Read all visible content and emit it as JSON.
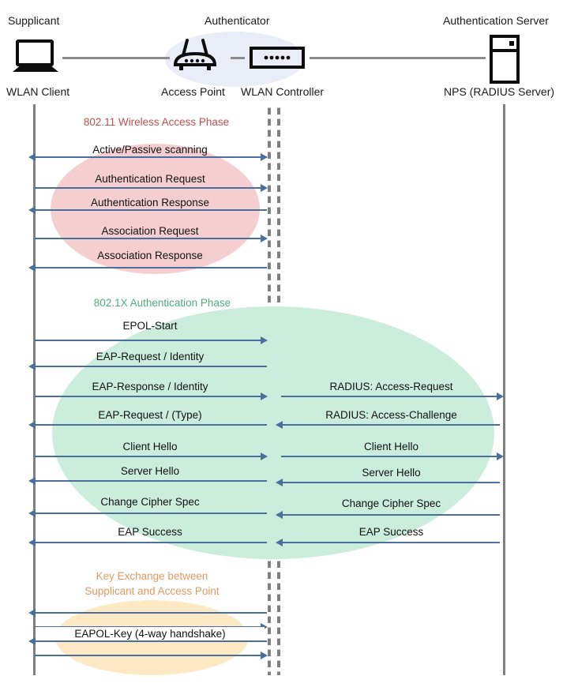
{
  "diagram": {
    "title": "802.1X / WPA Enterprise WLAN authentication sequence diagram",
    "colors": {
      "arrow": "#4a6f9c",
      "lifeline": "#7f7f7f",
      "wire": "#8c8c8c",
      "phase_red_fill": "#f5cfcf",
      "phase_red_text": "#c0504d",
      "phase_green_fill": "#cbeddc",
      "phase_green_text": "#4ead7c",
      "phase_orange_fill": "#fdeac4",
      "phase_orange_text": "#e09a60",
      "authenticator_fill": "#e8edf7"
    }
  },
  "header": {
    "roles": [
      {
        "name": "supplicant",
        "label": "Supplicant"
      },
      {
        "name": "authenticator",
        "label": "Authenticator"
      },
      {
        "name": "authentication-server",
        "label": "Authentication Server"
      }
    ],
    "devices": [
      {
        "name": "wlan-client",
        "label": "WLAN Client",
        "icon": "laptop-icon"
      },
      {
        "name": "access-point",
        "label": "Access Point",
        "icon": "wireless-router-icon"
      },
      {
        "name": "wlan-controller",
        "label": "WLAN Controller",
        "icon": "switch-icon"
      },
      {
        "name": "nps-radius-server",
        "label": "NPS (RADIUS Server)",
        "icon": "server-icon"
      }
    ]
  },
  "phases": [
    {
      "id": "wireless-access",
      "title": "802.11 Wireless Access Phase",
      "color": "#c0504d",
      "messages": [
        {
          "label": "Active/Passive scanning",
          "direction": "both",
          "side": "left"
        },
        {
          "label": "Authentication Request",
          "direction": "right",
          "side": "left"
        },
        {
          "label": "Authentication Response",
          "direction": "left",
          "side": "left"
        },
        {
          "label": "Association Request",
          "direction": "right",
          "side": "left"
        },
        {
          "label": "Association Response",
          "direction": "left",
          "side": "left"
        }
      ]
    },
    {
      "id": "dot1x-authentication",
      "title": "802.1X Authentication Phase",
      "color": "#4ead7c",
      "messages": [
        {
          "label": "EPOL-Start",
          "direction": "right",
          "side": "left"
        },
        {
          "label": "EAP-Request / Identity",
          "direction": "left",
          "side": "left"
        },
        {
          "label": "EAP-Response / Identity",
          "direction": "right",
          "side": "left"
        },
        {
          "label": "RADIUS: Access-Request",
          "direction": "right",
          "side": "right"
        },
        {
          "label": "EAP-Request / (Type)",
          "direction": "left",
          "side": "left"
        },
        {
          "label": "RADIUS: Access-Challenge",
          "direction": "left",
          "side": "right"
        },
        {
          "label": "Client Hello",
          "direction": "right",
          "side": "left"
        },
        {
          "label": "Client Hello",
          "direction": "right",
          "side": "right"
        },
        {
          "label": "Server Hello",
          "direction": "left",
          "side": "left"
        },
        {
          "label": "Server Hello",
          "direction": "left",
          "side": "right"
        },
        {
          "label": "Change Cipher Spec",
          "direction": "left",
          "side": "left"
        },
        {
          "label": "Change Cipher Spec",
          "direction": "left",
          "side": "right"
        },
        {
          "label": "EAP Success",
          "direction": "left",
          "side": "left"
        },
        {
          "label": "EAP Success",
          "direction": "left",
          "side": "right"
        }
      ]
    },
    {
      "id": "key-exchange",
      "title_line1": "Key Exchange between",
      "title_line2": "Supplicant and Access Point",
      "color": "#e09a60",
      "overlay_label": "EAPOL-Key (4-way handshake)",
      "messages": [
        {
          "label": "",
          "direction": "left",
          "side": "left"
        },
        {
          "label": "",
          "direction": "right",
          "side": "left"
        },
        {
          "label": "",
          "direction": "left",
          "side": "left"
        },
        {
          "label": "",
          "direction": "right",
          "side": "left"
        }
      ]
    }
  ]
}
